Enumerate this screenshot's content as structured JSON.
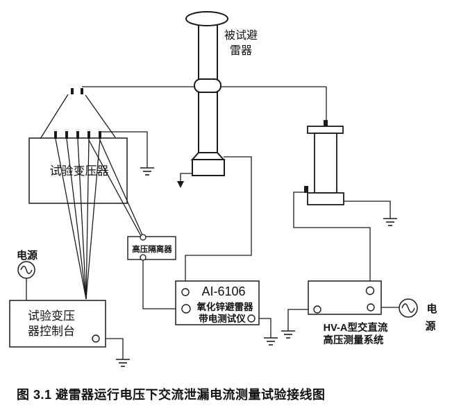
{
  "figure": {
    "caption": "图 3.1 避雷器运行电压下交流泄漏电流测量试验接线图",
    "colors": {
      "line": "#1a1a1a",
      "background": "#ffffff",
      "text": "#111111"
    },
    "components": {
      "tested_arrester": {
        "label_line1": "被试避",
        "label_line2": "雷器"
      },
      "test_transformer": {
        "label": "试验变压器"
      },
      "hv_isolator": {
        "label": "高压隔离器"
      },
      "zno_tester": {
        "model": "AI-6106",
        "name_line1": "氧化锌避雷器",
        "name_line2": "带电测试仪"
      },
      "hv_measurement": {
        "name_line1": "HV-A型交直流",
        "name_line2": "高压测量系统"
      },
      "control_console": {
        "label_line1": "试验变压",
        "label_line2": "器控制台"
      },
      "power_left": {
        "label": "电源"
      },
      "power_right": {
        "label_line1": "电",
        "label_line2": "源"
      }
    }
  }
}
